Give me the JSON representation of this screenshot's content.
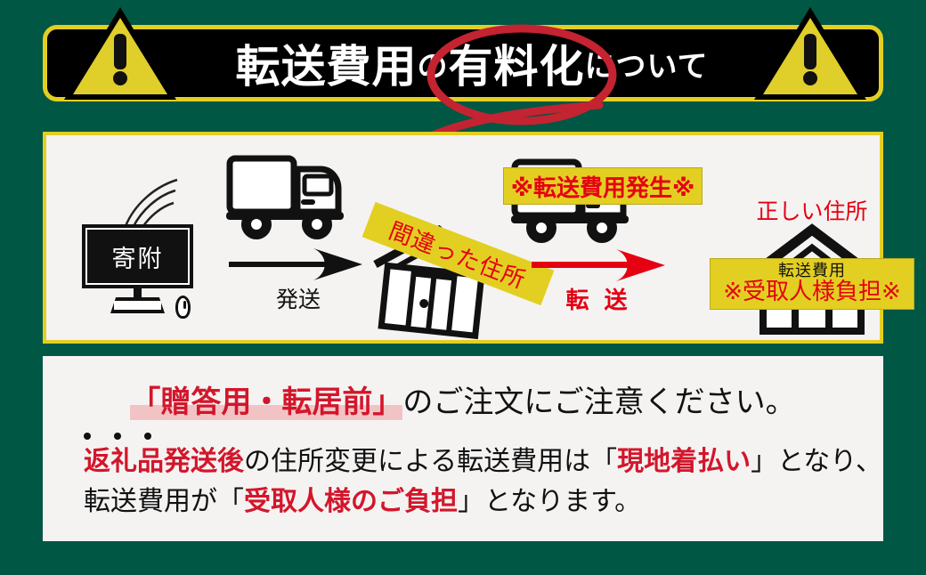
{
  "page": {
    "background_color": "#005744",
    "panel_color": "#F4F3F2",
    "accent_yellow": "#E3CF22",
    "accent_red": "#E50012",
    "text_red": "#D3162B"
  },
  "header": {
    "title_main": "転送費用",
    "title_no": "の",
    "title_circled": "有料化",
    "title_tail": "について",
    "full_title": "転送費用の有料化について",
    "left_icon": "warning-triangle-icon",
    "right_icon": "warning-triangle-icon",
    "annotation": "red-hand-drawn-circle"
  },
  "diagram": {
    "monitor": {
      "label": "寄附",
      "icon": "desktop-monitor-icon",
      "mouse_icon": "computer-mouse-icon",
      "wifi_icon": "signal-waves-icon"
    },
    "truck_ship": {
      "icon": "delivery-truck-icon"
    },
    "arrow_ship": {
      "icon": "arrow-right-icon",
      "label": "発送",
      "color": "#111111"
    },
    "house_wrong": {
      "icon": "house-icon",
      "banner_label": "間違った住所",
      "banner_color": "#E3CF22",
      "banner_text_color": "#E50012"
    },
    "truck_forward": {
      "icon": "delivery-truck-icon",
      "banner_label": "※転送費用発生※",
      "banner_color": "#E3CF22",
      "banner_text_color": "#E50012"
    },
    "arrow_forward": {
      "icon": "arrow-right-icon",
      "label": "転 送",
      "color": "#E50012"
    },
    "house_correct": {
      "icon": "house-icon",
      "heading": "正しい住所",
      "banner_line1": "転送費用",
      "banner_line2": "※受取人様負担※",
      "banner_color": "#E3CF22"
    }
  },
  "notice": {
    "line1_bracket_open": "「",
    "line1_highlight": "贈答用・転居前",
    "line1_bracket_close": "」",
    "line1_rest": "のご注文にご注意ください。",
    "para_line1_a": "返礼品発送後",
    "para_line1_b": "の住所変更による転送費用は",
    "para_line1_c": "「",
    "para_line1_d": "現地着払い",
    "para_line1_e": "」となり、",
    "para_line2_a": "転送費用が",
    "para_line2_b": "「",
    "para_line2_c": "受取人様のご負担",
    "para_line2_d": "」となります。"
  }
}
